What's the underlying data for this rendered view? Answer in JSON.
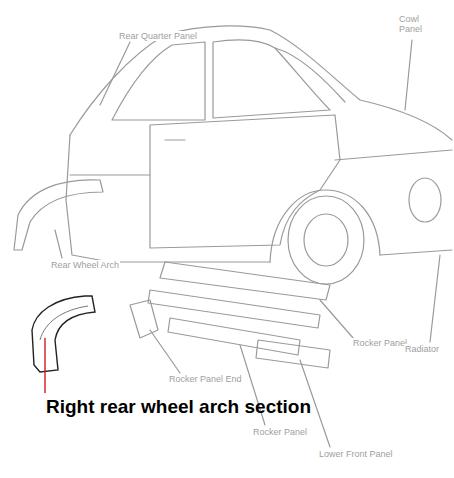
{
  "diagram": {
    "caption": "Right rear wheel arch section",
    "labels": [
      "Rear Quarter Panel",
      "Cowl Panel",
      "Rear Wheel Arch",
      "Rocker Panel End",
      "Rocker Panel",
      "Rocker Panel",
      "Lower Front Panel",
      "Radiator"
    ]
  }
}
